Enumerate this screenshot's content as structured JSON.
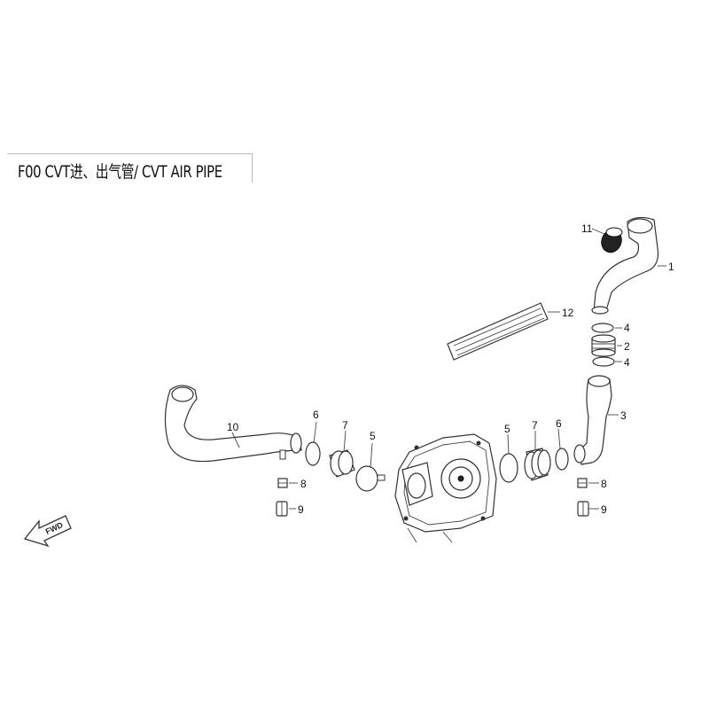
{
  "header": {
    "title": "F00 CVT进、出气管/ CVT AIR PIPE"
  },
  "callouts": [
    {
      "id": "c1",
      "label": "1"
    },
    {
      "id": "c2",
      "label": "2"
    },
    {
      "id": "c3",
      "label": "3"
    },
    {
      "id": "c4a",
      "label": "4"
    },
    {
      "id": "c4b",
      "label": "4"
    },
    {
      "id": "c5a",
      "label": "5"
    },
    {
      "id": "c5b",
      "label": "5"
    },
    {
      "id": "c6a",
      "label": "6"
    },
    {
      "id": "c6b",
      "label": "6"
    },
    {
      "id": "c7a",
      "label": "7"
    },
    {
      "id": "c7b",
      "label": "7"
    },
    {
      "id": "c8a",
      "label": "8"
    },
    {
      "id": "c8b",
      "label": "8"
    },
    {
      "id": "c9a",
      "label": "9"
    },
    {
      "id": "c9b",
      "label": "9"
    },
    {
      "id": "c10",
      "label": "10"
    },
    {
      "id": "c11",
      "label": "11"
    },
    {
      "id": "c12",
      "label": "12"
    }
  ],
  "direction_indicator": {
    "label": "FWD"
  }
}
